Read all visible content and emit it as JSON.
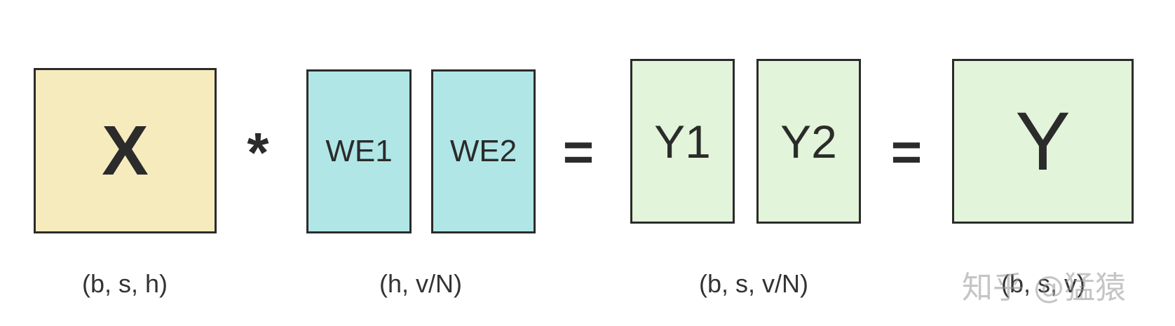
{
  "blocks": {
    "x": "X",
    "we1": "WE1",
    "we2": "WE2",
    "y1": "Y1",
    "y2": "Y2",
    "y": "Y"
  },
  "operators": {
    "multiply": "*",
    "equals_1": "=",
    "equals_2": "="
  },
  "shape_labels": {
    "x": "(b, s, h)",
    "we": "(h, v/N)",
    "y_parts": "(b, s, v/N)",
    "y": "(b, s, v)"
  },
  "watermark": "知乎 @猛猿",
  "colors": {
    "x_fill": "#f6ebbd",
    "we_fill": "#b1e6e6",
    "y_fill": "#e2f4d9",
    "stroke": "#2b2b2b"
  }
}
